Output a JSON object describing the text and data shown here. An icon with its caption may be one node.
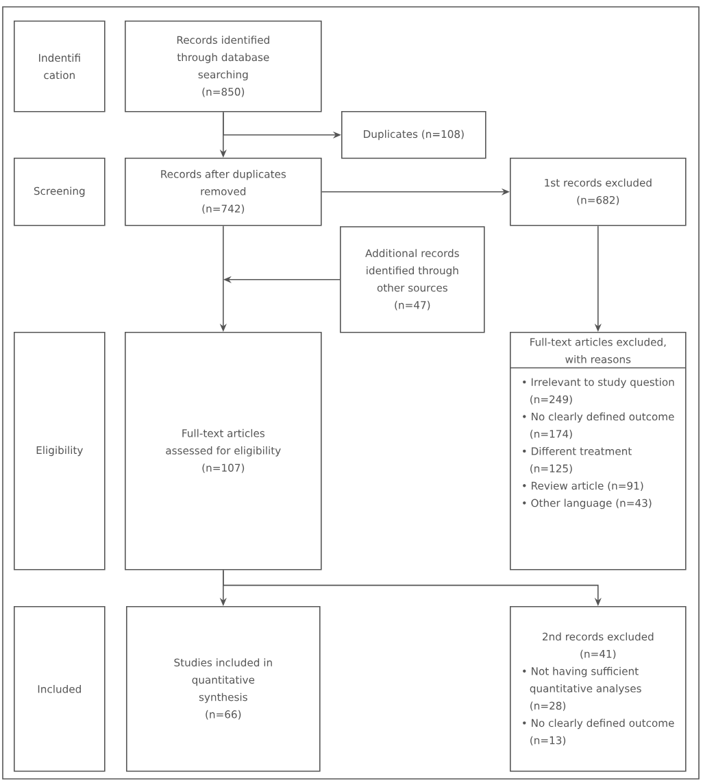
{
  "diagram": {
    "nodes": [
      {
        "text": [
          "Indentifi cation"
        ]
      },
      {
        "text": [
          "Records identified through database searching",
          "(n=850)"
        ]
      },
      {
        "text": [
          "Duplicates (n=108)"
        ]
      },
      {
        "text": [
          "Screening"
        ]
      },
      {
        "text": [
          "Records after duplicates removed",
          "(n=742)"
        ]
      },
      {
        "text": [
          "1st records excluded",
          "(n=682)"
        ]
      },
      {
        "text": [
          "Additional records identified through other sources",
          "(n=47)"
        ]
      },
      {
        "text": [
          "Eligibility"
        ]
      },
      {
        "text": [
          "Full-text articles assessed for eligibility",
          "(n=107)"
        ]
      },
      {
        "text": [
          "Full-text articles excluded, with reasons",
          "• Irrelevant to study question (n=249)",
          "• No clearly defined outcome (n=174)",
          "• Different treatment (n=125)",
          "• Review article (n=91)",
          "• Other language (n=43)"
        ]
      },
      {
        "text": [
          "Included"
        ]
      },
      {
        "text": [
          "Studies included in quantitative synthesis",
          "(n=66)"
        ]
      },
      {
        "text": [
          "2nd records excluded",
          "(n=41)",
          "• Not having sufficient quantitative analyses (n=28)",
          "• No clearly defined outcome (n=13)"
        ]
      }
    ],
    "edges": [
      {
        "from": 1,
        "to": 4,
        "arrow": "to"
      },
      {
        "from": 1,
        "to": 2,
        "arrow": "to"
      },
      {
        "from": 4,
        "to": 5,
        "arrow": "to"
      },
      {
        "from": 4,
        "to": 8,
        "arrow": "to"
      },
      {
        "from": 6,
        "to": 8,
        "arrow": "to"
      },
      {
        "from": 5,
        "to": 9,
        "arrow": "to"
      },
      {
        "from": 8,
        "to": 11,
        "arrow": "to"
      },
      {
        "from": 8,
        "to": 12,
        "arrow": "to"
      }
    ]
  }
}
